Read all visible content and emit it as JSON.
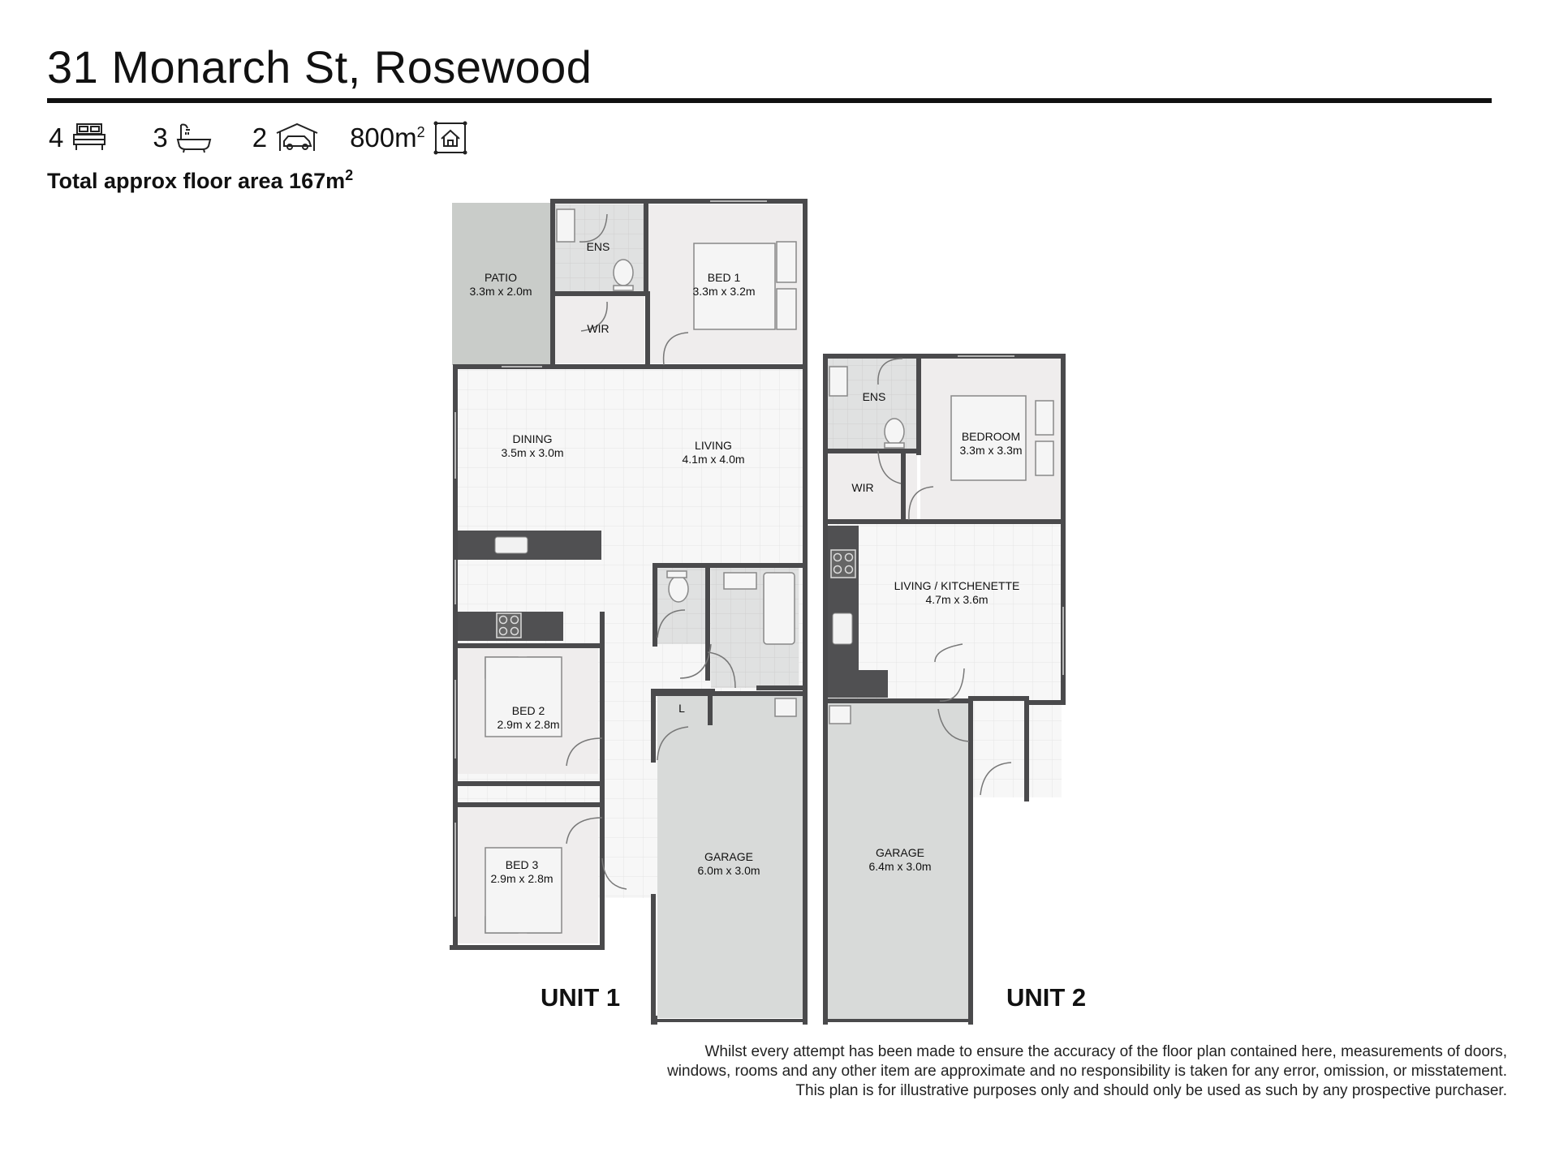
{
  "header": {
    "title": "31 Monarch St, Rosewood",
    "beds": "4",
    "baths": "3",
    "cars": "2",
    "land_area": "800m",
    "land_area_unit_sup": "2",
    "floor_area": "Total approx floor area 167m",
    "floor_area_sup": "2",
    "icons": [
      "bed-icon",
      "bath-icon",
      "car-icon",
      "land-area-icon"
    ]
  },
  "plan": {
    "unit1": {
      "label": "UNIT 1",
      "patio": {
        "name": "PATIO",
        "dims": "3.3m x 2.0m"
      },
      "ens": {
        "name": "ENS"
      },
      "wir": {
        "name": "WIR"
      },
      "bed1": {
        "name": "BED 1",
        "dims": "3.3m x 3.2m"
      },
      "dining": {
        "name": "DINING",
        "dims": "3.5m x 3.0m"
      },
      "living": {
        "name": "LIVING",
        "dims": "4.1m x 4.0m"
      },
      "bed2": {
        "name": "BED 2",
        "dims": "2.9m x 2.8m"
      },
      "bed3": {
        "name": "BED 3",
        "dims": "2.9m x 2.8m"
      },
      "laundry": {
        "name": "L"
      },
      "garage": {
        "name": "GARAGE",
        "dims": "6.0m x 3.0m"
      }
    },
    "unit2": {
      "label": "UNIT 2",
      "ens": {
        "name": "ENS"
      },
      "wir": {
        "name": "WIR"
      },
      "bedroom": {
        "name": "BEDROOM",
        "dims": "3.3m x 3.3m"
      },
      "living": {
        "name": "LIVING / KITCHENETTE",
        "dims": "4.7m x 3.6m"
      },
      "garage": {
        "name": "GARAGE",
        "dims": "6.4m x 3.0m"
      }
    }
  },
  "disclaimer": [
    "Whilst every attempt has been made to ensure the accuracy of the floor plan contained here, measurements of doors,",
    "windows, rooms and any other item are approximate and no responsibility is taken for any error, omission, or misstatement.",
    "This plan is for illustrative purposes only and should only be used as such by any prospective purchaser."
  ],
  "colors": {
    "wall": "#4a4a4c",
    "floor_tile": "#f6f6f6",
    "bedroom_floor": "#f0eeee",
    "wet_area": "#dfe0e0",
    "garage_floor": "#d9dbda",
    "patio_floor": "#c8cbc8",
    "bench": "#505052",
    "text": "#111111"
  }
}
